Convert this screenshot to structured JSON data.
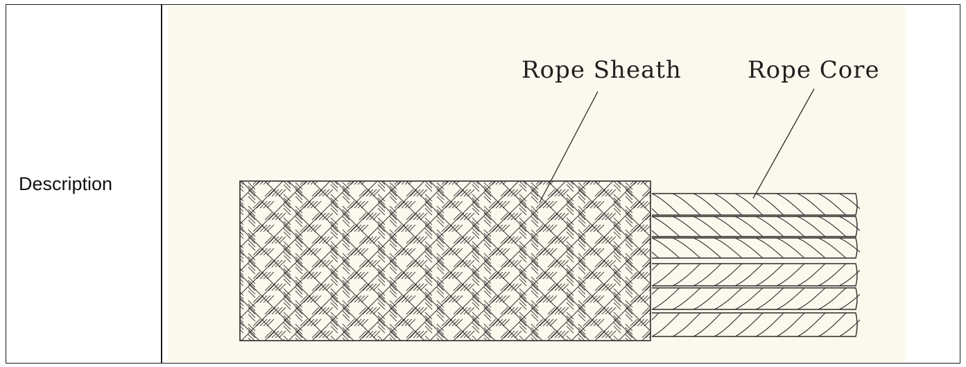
{
  "table": {
    "row_label": "Description"
  },
  "diagram": {
    "callouts": {
      "sheath": "Rope Sheath",
      "core": "Rope Core"
    },
    "colors": {
      "background": "#fbf8ed",
      "line": "#2a2a2a"
    }
  }
}
